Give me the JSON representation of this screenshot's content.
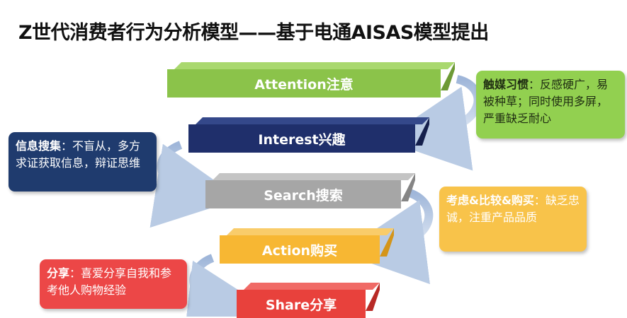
{
  "title": "Z世代消费者行为分析模型——基于电通AISAS模型提出",
  "stages": [
    {
      "id": "attention",
      "label": "Attention注意",
      "color": "#8bc34a",
      "top": "#a9d86e",
      "side": "#6d9a36"
    },
    {
      "id": "interest",
      "label": "Interest兴趣",
      "color": "#1f2f6b",
      "top": "#34488a",
      "side": "#141f4c"
    },
    {
      "id": "search",
      "label": "Search搜索",
      "color": "#a6a6a6",
      "top": "#c4c4c4",
      "side": "#858585"
    },
    {
      "id": "action",
      "label": "Action购买",
      "color": "#f7b733",
      "top": "#f9cc6a",
      "side": "#d4951a"
    },
    {
      "id": "share",
      "label": "Share分享",
      "color": "#e8413c",
      "top": "#f06a66",
      "side": "#b82a26"
    }
  ],
  "notes": {
    "attention": {
      "highlight": "触媒习惯",
      "text": "：反感硬广，易被种草；同时使用多屏，严重缺乏耐心"
    },
    "interest": {
      "highlight": "信息搜集",
      "text": "：不盲从，多方求证获取信息，辩证思维"
    },
    "search": {
      "highlight": "考虑&比较&购买",
      "text": "：缺乏忠诚，注重产品品质"
    },
    "action": {
      "highlight": "分享",
      "text": "：喜爱分享自我和参考他人购物经验"
    }
  }
}
